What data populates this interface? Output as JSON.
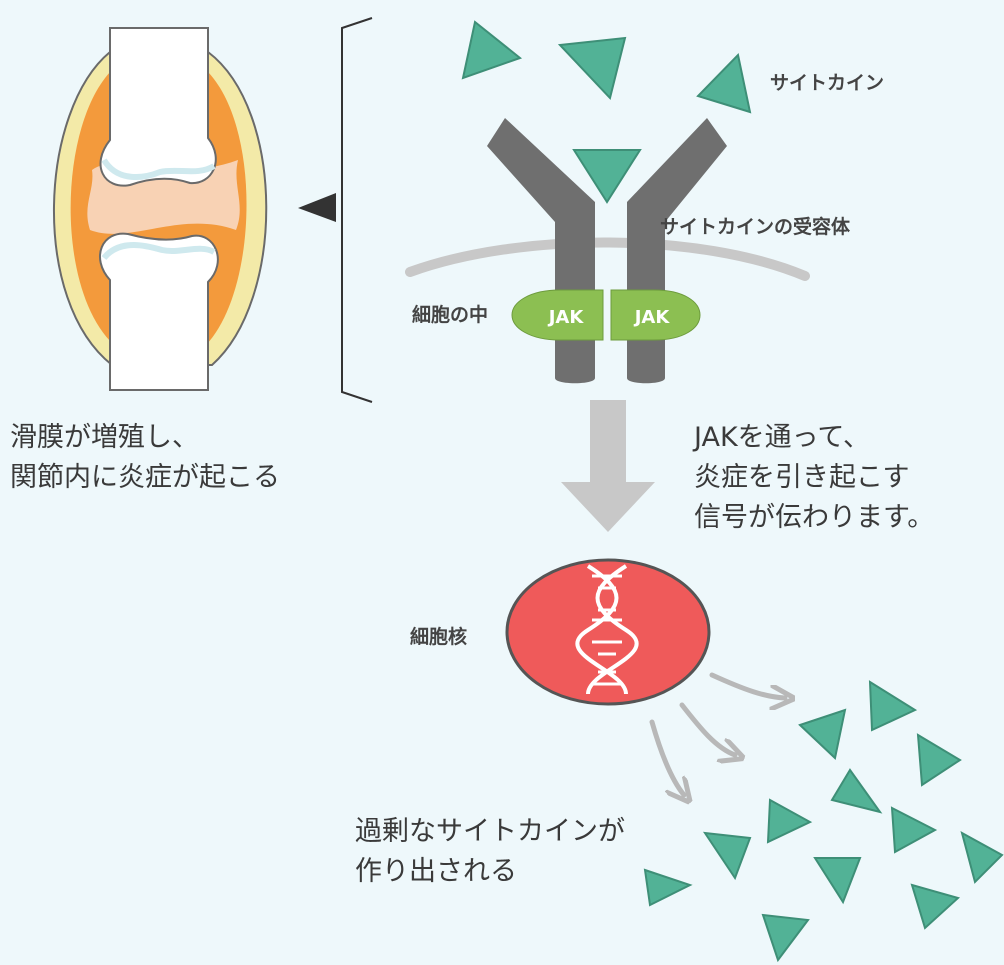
{
  "labels": {
    "cytokine": "サイトカイン",
    "receptor": "サイトカインの受容体",
    "inside_cell": "細胞の中",
    "jak_left": "JAK",
    "jak_right": "JAK",
    "nucleus": "細胞核"
  },
  "captions": {
    "joint": [
      "滑膜が増殖し、",
      "関節内に炎症が起こる"
    ],
    "signal": [
      "JAKを通って、",
      "炎症を引き起こす",
      "信号が伝わります。"
    ],
    "excess": [
      "過剰なサイトカインが",
      "作り出される"
    ]
  },
  "colors": {
    "background": "#eef8fb",
    "cytokine": "#52b296",
    "receptor": "#6f6f6f",
    "jak": "#8cbf52",
    "nucleus": "#ef5a5a",
    "membrane": "#c8c8c8",
    "joint_inflamed": "#f39a3c",
    "synovium": "#f3eaa8",
    "cartilage": "#f8d2b4",
    "arrow": "#c4c4c4"
  }
}
